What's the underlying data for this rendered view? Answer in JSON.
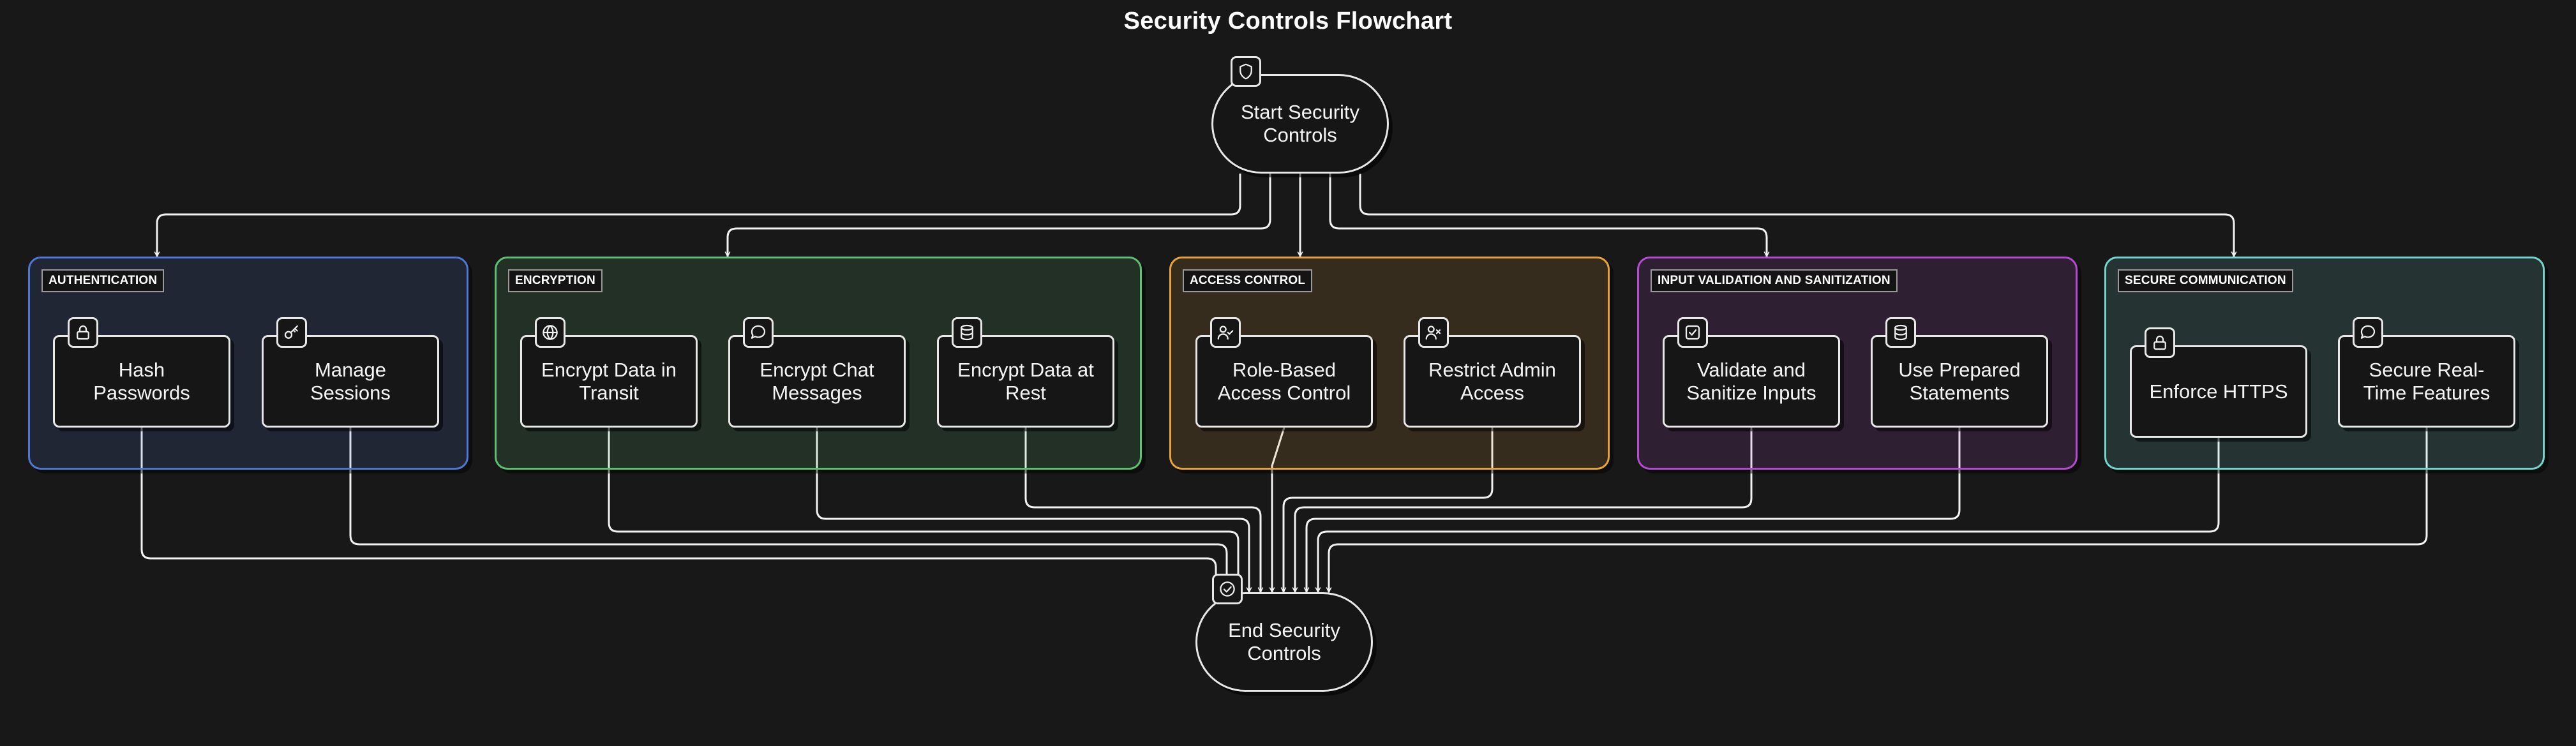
{
  "title": "Security Controls Flowchart",
  "colors": {
    "authentication": "#4f78d4",
    "encryption": "#5fbf72",
    "access_control": "#e6a43a",
    "input_validation": "#b54bd0",
    "secure_communication": "#72d6cf"
  },
  "start": {
    "label": "Start Security\nControls",
    "icon": "shield-icon"
  },
  "end": {
    "label": "End Security\nControls",
    "icon": "check-circle-icon"
  },
  "groups": [
    {
      "id": "authentication",
      "label": "AUTHENTICATION",
      "nodes": [
        {
          "label": "Hash\nPasswords",
          "icon": "lock-icon"
        },
        {
          "label": "Manage\nSessions",
          "icon": "key-icon"
        }
      ]
    },
    {
      "id": "encryption",
      "label": "ENCRYPTION",
      "nodes": [
        {
          "label": "Encrypt Data in\nTransit",
          "icon": "globe-icon"
        },
        {
          "label": "Encrypt Chat\nMessages",
          "icon": "chat-bubble-icon"
        },
        {
          "label": "Encrypt Data at\nRest",
          "icon": "database-icon"
        }
      ]
    },
    {
      "id": "access_control",
      "label": "ACCESS CONTROL",
      "nodes": [
        {
          "label": "Role-Based\nAccess Control",
          "icon": "user-check-icon"
        },
        {
          "label": "Restrict Admin\nAccess",
          "icon": "user-x-icon"
        }
      ]
    },
    {
      "id": "input_validation",
      "label": "INPUT VALIDATION AND SANITIZATION",
      "nodes": [
        {
          "label": "Validate and\nSanitize Inputs",
          "icon": "checkbox-icon"
        },
        {
          "label": "Use Prepared\nStatements",
          "icon": "database-icon"
        }
      ]
    },
    {
      "id": "secure_communication",
      "label": "SECURE COMMUNICATION",
      "nodes": [
        {
          "label": "Enforce HTTPS",
          "icon": "lock-icon"
        },
        {
          "label": "Secure Real-\nTime Features",
          "icon": "chat-bubble-icon"
        }
      ]
    }
  ]
}
